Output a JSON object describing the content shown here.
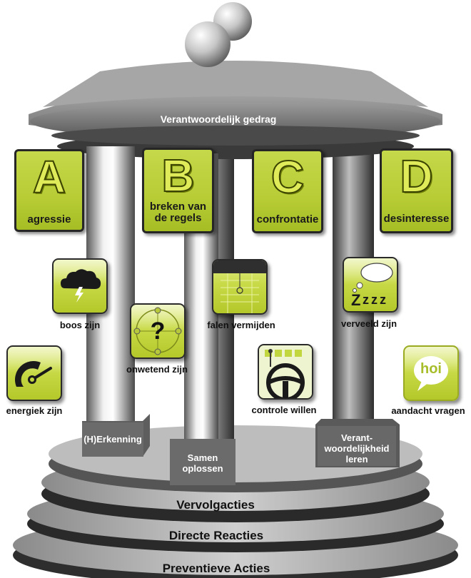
{
  "roof": {
    "title": "Verantwoordelijk gedrag"
  },
  "categories": [
    {
      "letter": "A",
      "label": "agressie"
    },
    {
      "letter": "B",
      "label": "breken van de regels"
    },
    {
      "letter": "C",
      "label": "confrontatie"
    },
    {
      "letter": "D",
      "label": "desinteresse"
    }
  ],
  "icons": {
    "boos": {
      "label": "boos zijn",
      "icon": "storm-cloud-icon"
    },
    "onwetend": {
      "label": "onwetend zijn",
      "icon": "compass-question-icon"
    },
    "energiek": {
      "label": "energiek zijn",
      "icon": "speedometer-icon"
    },
    "falen": {
      "label": "falen vermijden",
      "icon": "notebook-icon"
    },
    "controle": {
      "label": "controle willen",
      "icon": "steering-wheel-icon"
    },
    "verveeld": {
      "label": "verveeld zijn",
      "icon": "sleep-bubble-icon"
    },
    "aandacht": {
      "label": "aandacht vragen",
      "icon": "speech-bubble-hoi-icon",
      "bubble_text": "hoi"
    }
  },
  "pedestals": {
    "left": "(H)Erkenning",
    "middle": "Samen oplossen",
    "right": "Verant-woordelijkheid leren"
  },
  "steps": {
    "top": "Vervolgacties",
    "middle": "Directe Reacties",
    "bottom": "Preventieve Acties"
  },
  "colors": {
    "accent": "#c2d63f",
    "dark": "#3c3c3c",
    "roof": "#8c8c8c"
  }
}
